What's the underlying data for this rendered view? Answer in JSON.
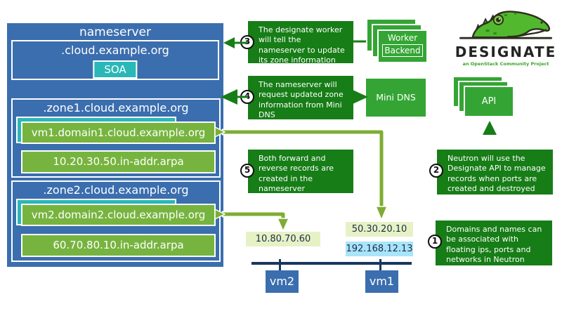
{
  "colors": {
    "steel-blue": "#3b6eae",
    "dark-navy": "#17375e",
    "teal": "#2ab7b7",
    "apple-green": "#77b43f",
    "dark-green": "#177d17",
    "bright-green": "#34a534",
    "pale-green": "#e6f2c6",
    "pale-blue": "#a8e4fa",
    "olive": "#7ead33",
    "logo-green": "#3aa427"
  },
  "nameserver": {
    "title": "nameserver",
    "root_zone": {
      "label": ".cloud.example.org",
      "record": "SOA"
    },
    "zones": [
      {
        "label": ".zone1.cloud.example.org",
        "forward_record": "vm1.domain1.cloud.example.org",
        "reverse_record": "10.20.30.50.in-addr.arpa"
      },
      {
        "label": ".zone2.cloud.example.org",
        "forward_record": "vm2.domain2.cloud.example.org",
        "reverse_record": "60.70.80.10.in-addr.arpa"
      }
    ]
  },
  "components": {
    "worker": {
      "label": "Worker",
      "backend": "Backend"
    },
    "mini_dns": {
      "label": "Mini DNS"
    },
    "api": {
      "label": "API"
    }
  },
  "logo": {
    "title": "DESIGNATE",
    "tagline": "an OpenStack Community Project"
  },
  "notes": [
    {
      "num": "1",
      "text": "Domains and names can be associated with floating ips, ports and networks in Neutron"
    },
    {
      "num": "2",
      "text": "Neutron will use the Designate API to manage records when ports are created and destroyed"
    },
    {
      "num": "3",
      "text": "The designate worker will tell the nameserver to update its zone information"
    },
    {
      "num": "4",
      "text": "The nameserver will request updated zone information from Mini DNS"
    },
    {
      "num": "5",
      "text": "Both forward and reverse records are created in the nameserver"
    }
  ],
  "network": {
    "vm2": {
      "label": "vm2",
      "ip": "10.80.70.60"
    },
    "vm1": {
      "label": "vm1",
      "floating_ip": "50.30.20.10",
      "fixed_ip": "192.168.12.13"
    }
  }
}
